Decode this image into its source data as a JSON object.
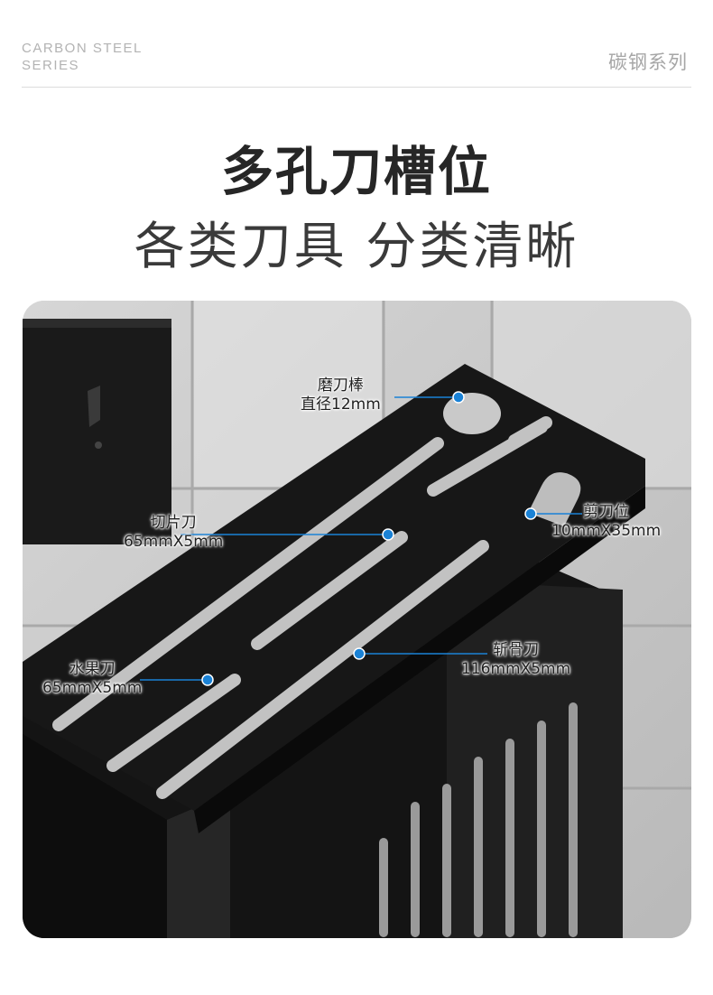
{
  "header": {
    "brand_line_1": "CARBON STEEL",
    "brand_line_2": "SERIES",
    "series_cn": "碳钢系列"
  },
  "headline": "多孔刀槽位",
  "subline": "各类刀具 分类清晰",
  "callouts": [
    {
      "name": "磨刀棒",
      "spec": "直径12mm"
    },
    {
      "name": "切片刀",
      "spec": "65mmX5mm"
    },
    {
      "name": "剪刀位",
      "spec": "10mmX35mm"
    },
    {
      "name": "斩骨刀",
      "spec": "116mmX5mm"
    },
    {
      "name": "水果刀",
      "spec": "65mmX5mm"
    }
  ],
  "colors": {
    "accent_dot": "#1a82d6",
    "title_text": "#262626",
    "muted_text": "#b3b3b3"
  }
}
